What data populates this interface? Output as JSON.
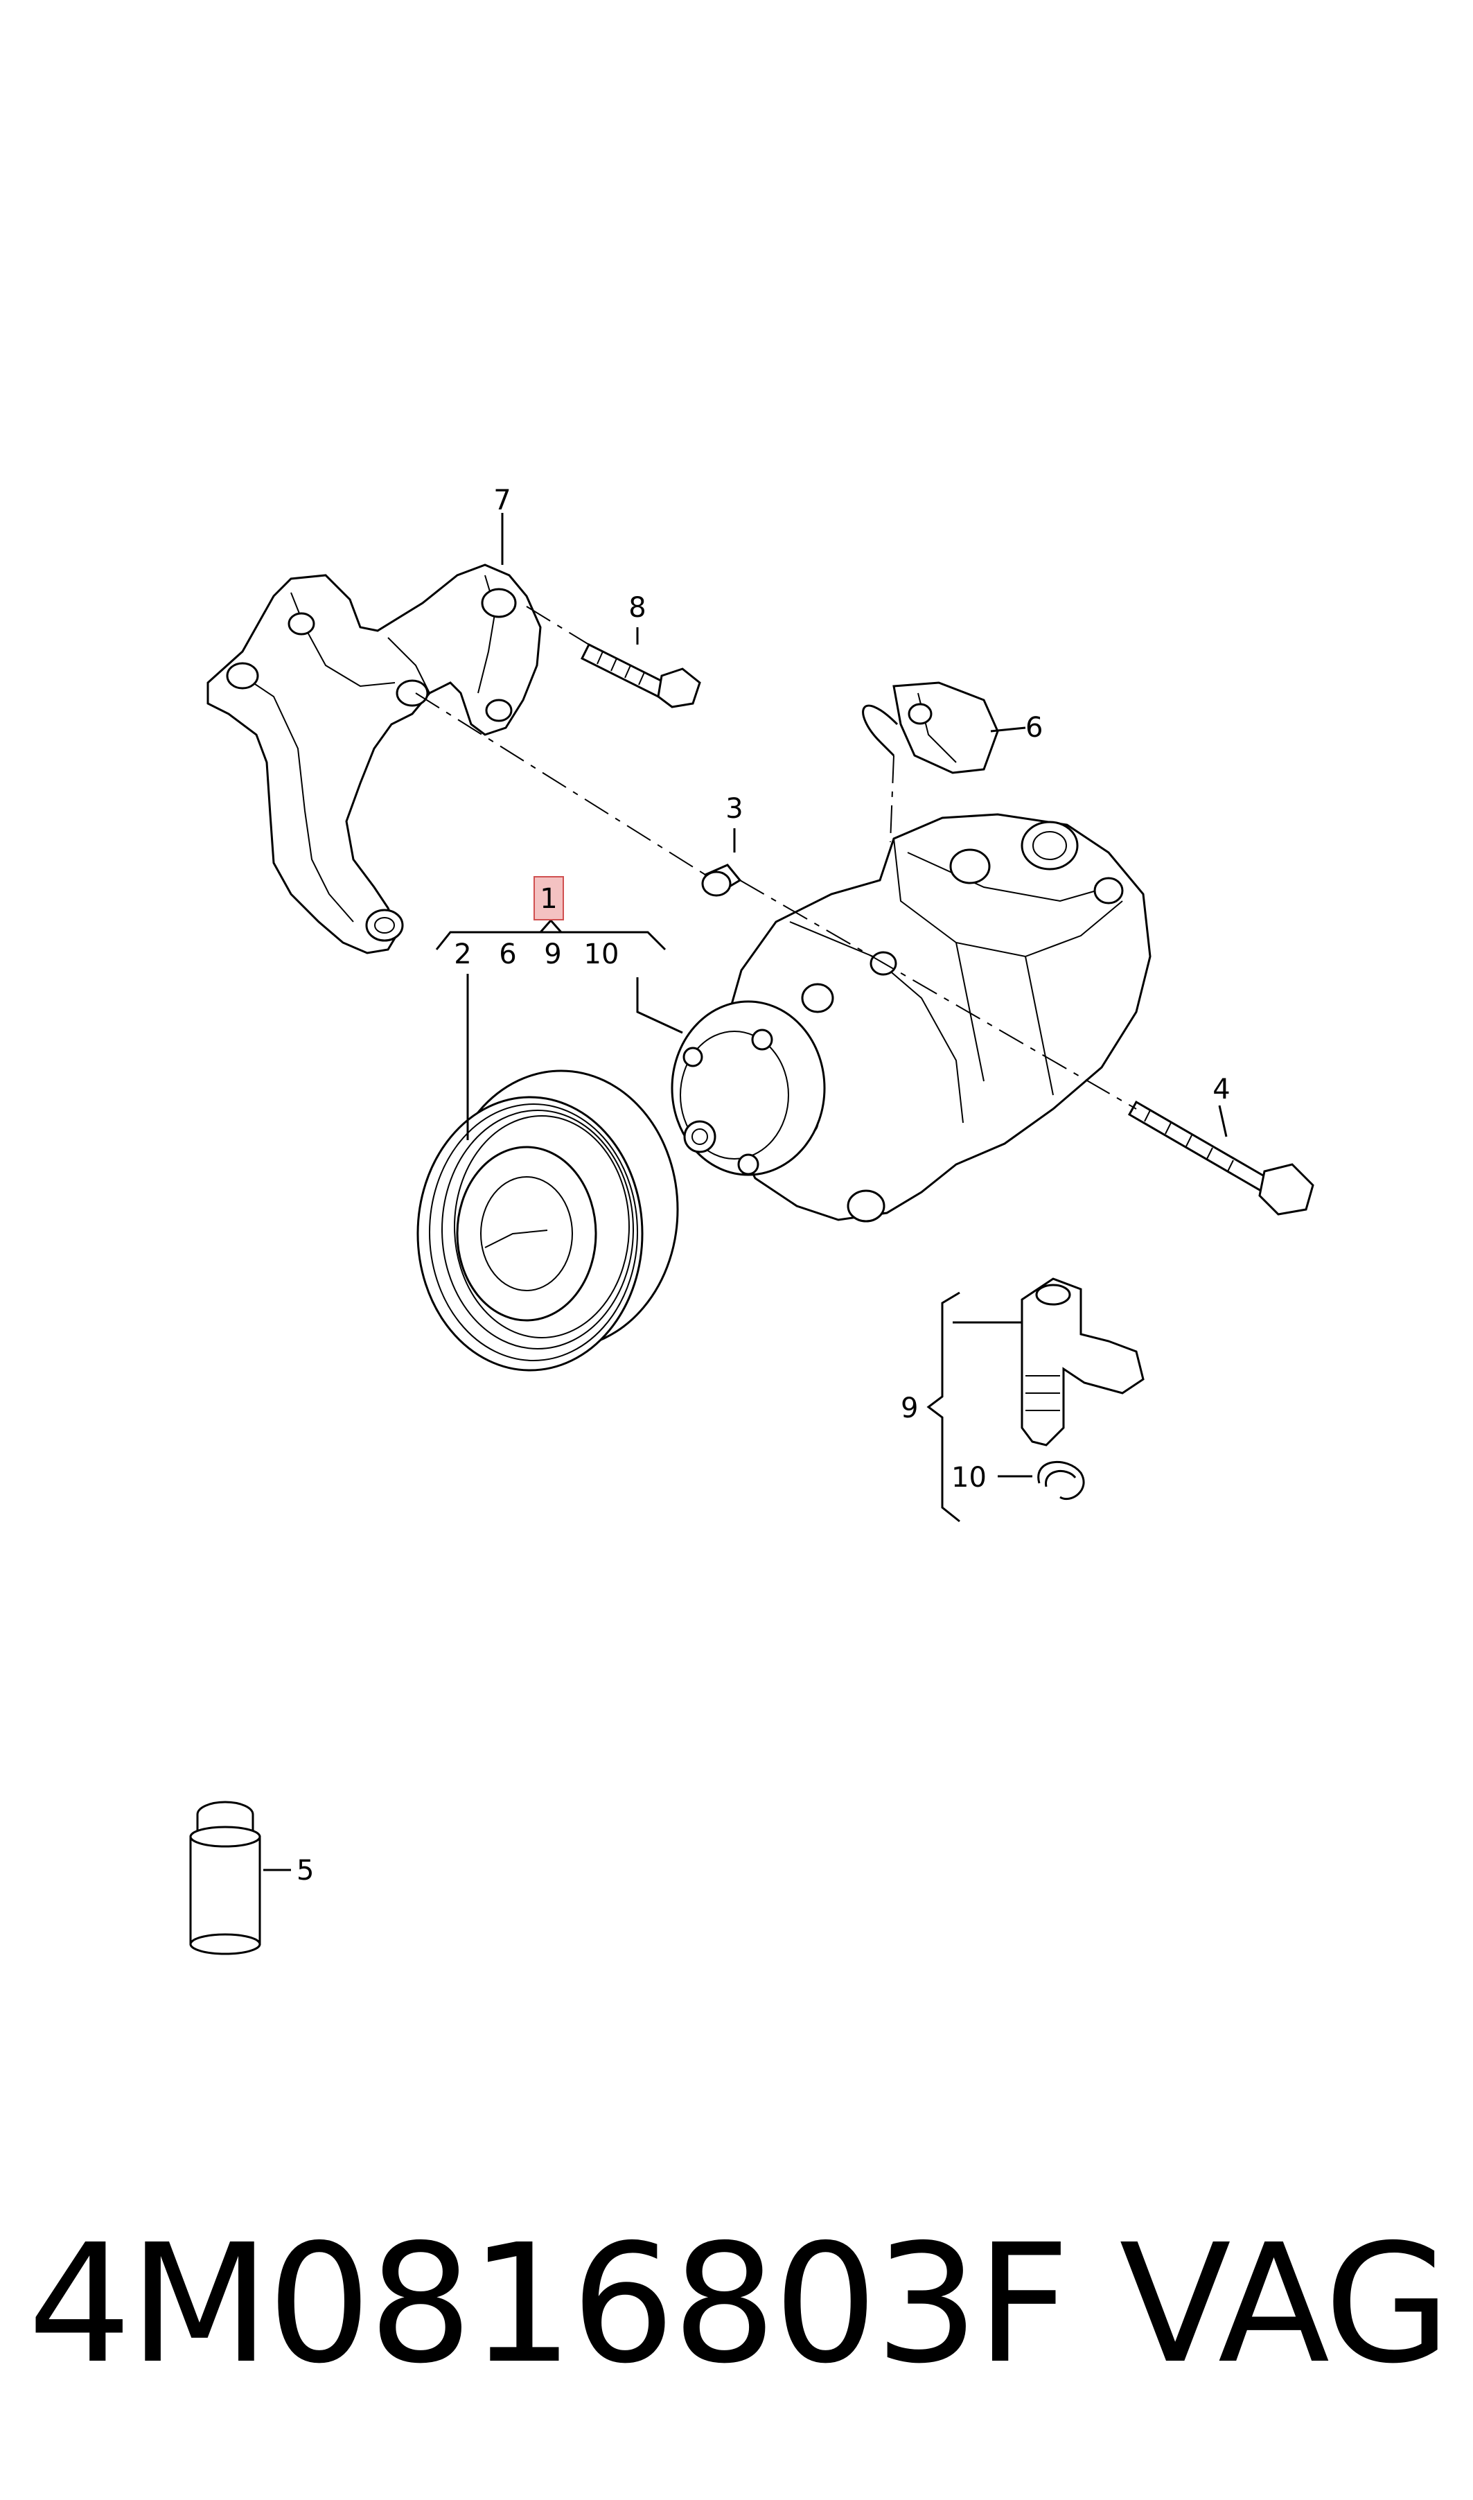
{
  "callouts": {
    "c1": "1",
    "c2": "2",
    "c3": "3",
    "c4": "4",
    "c5": "5",
    "c6": "6",
    "c7": "7",
    "c8": "8",
    "c9": "9",
    "c10": "10",
    "group": [
      "2",
      "6",
      "9",
      "10"
    ]
  },
  "highlight_color": "#f4c2c2",
  "highlight_border": "#d05050",
  "caption": {
    "part_number": "4M0816803F",
    "brand": "VAG"
  }
}
